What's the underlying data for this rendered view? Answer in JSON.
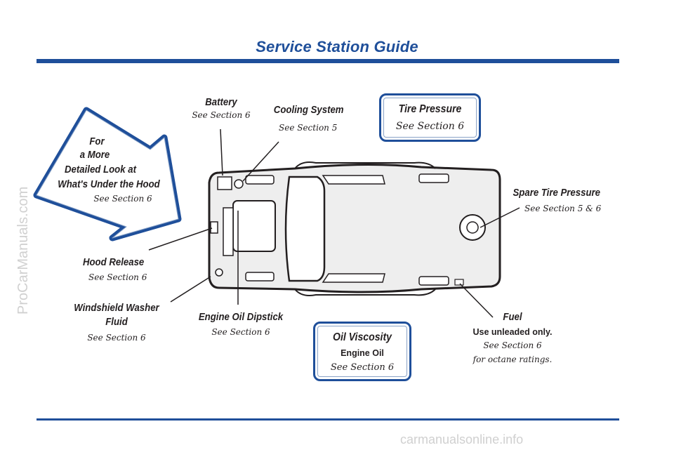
{
  "page": {
    "title": "Service Station Guide"
  },
  "watermark": {
    "side": "ProCarManuals.com",
    "bottom": "carmanualsonline.info"
  },
  "arrow_callout": {
    "line1": "For",
    "line2": "a More",
    "line3": "Detailed Look at",
    "line4": "What's Under the Hood",
    "ref": "See Section 6"
  },
  "labels": {
    "battery": {
      "title": "Battery",
      "ref": "See Section 6"
    },
    "cooling_system": {
      "title": "Cooling System",
      "ref": "See Section 5"
    },
    "spare_tire_pressure": {
      "title": "Spare Tire Pressure",
      "ref": "See Section 5 & 6"
    },
    "hood_release": {
      "title": "Hood Release",
      "ref": "See Section 6"
    },
    "windshield_washer": {
      "title_line1": "Windshield Washer",
      "title_line2": "Fluid",
      "ref": "See Section 6"
    },
    "engine_oil_dipstick": {
      "title": "Engine Oil Dipstick",
      "ref": "See Section 6"
    },
    "fuel": {
      "title": "Fuel",
      "note": "Use unleaded only.",
      "ref": "See Section 6",
      "ref2": "for octane ratings."
    }
  },
  "boxes": {
    "tire_pressure": {
      "title": "Tire Pressure",
      "ref": "See Section 6"
    },
    "oil_viscosity": {
      "title": "Oil Viscosity",
      "subtitle": "Engine Oil",
      "ref": "See Section 6"
    }
  },
  "colors": {
    "accent": "#1f4f9a",
    "car_fill": "#eeeeee",
    "outline": "#231f20"
  }
}
